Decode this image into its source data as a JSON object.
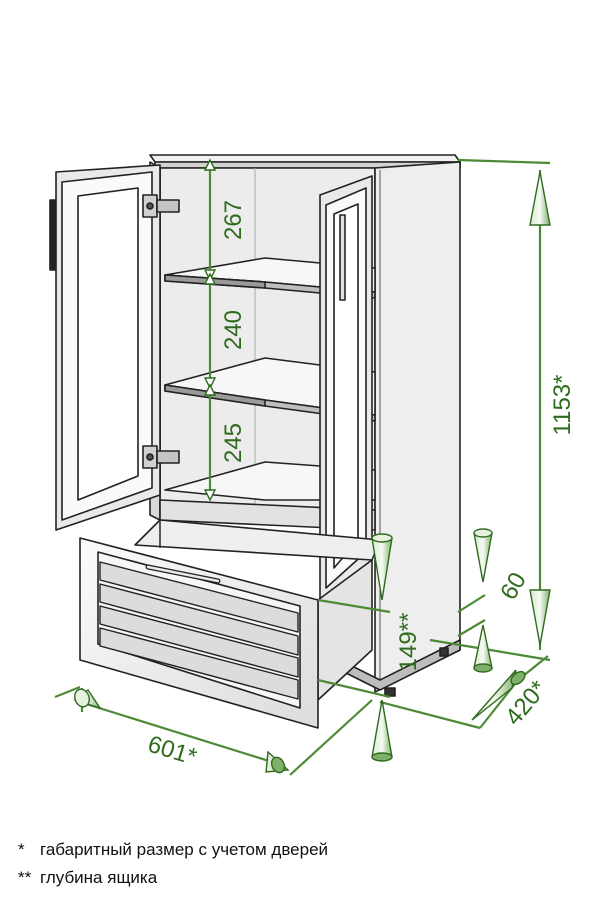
{
  "dimensions": {
    "shelf_1": "267",
    "shelf_2": "240",
    "shelf_3": "245",
    "height": "1153*",
    "width": "601*",
    "depth": "420*",
    "plinth": "60",
    "drawer_depth": "149**"
  },
  "legend": [
    {
      "mark": "*",
      "text": "габаритный размер с учетом дверей"
    },
    {
      "mark": "**",
      "text": "глубина ящика"
    }
  ],
  "colors": {
    "dimension_green": "#2f6b1e",
    "dimension_line": "#4d8a36",
    "panel": "#f4f4f4",
    "shadow": "#8c8c8c"
  }
}
